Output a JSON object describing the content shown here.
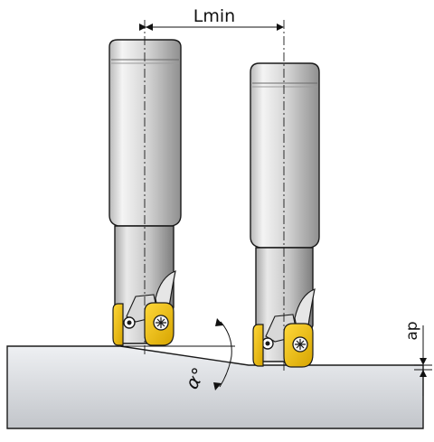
{
  "labels": {
    "lmin": "Lmin",
    "ap": "ap",
    "alpha": "α°"
  },
  "colors": {
    "shank_light": "#f2f2f2",
    "shank_mid": "#c8c8c8",
    "shank_dark": "#8a8a8a",
    "workpiece_top": "#e8eaee",
    "workpiece_bottom": "#c4c7cc",
    "insert": "#f2c200",
    "insert_dark": "#c79a00",
    "outline": "#1a1a1a"
  }
}
